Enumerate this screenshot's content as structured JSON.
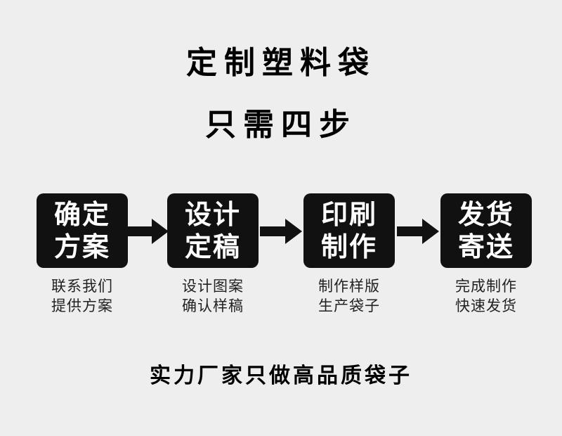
{
  "title_line1": "定制塑料袋",
  "title_line2": "只需四步",
  "steps": [
    {
      "box_line1": "确定",
      "box_line2": "方案",
      "caption_line1": "联系我们",
      "caption_line2": "提供方案"
    },
    {
      "box_line1": "设计",
      "box_line2": "定稿",
      "caption_line1": "设计图案",
      "caption_line2": "确认样稿"
    },
    {
      "box_line1": "印刷",
      "box_line2": "制作",
      "caption_line1": "制作样版",
      "caption_line2": "生产袋子"
    },
    {
      "box_line1": "发货",
      "box_line2": "寄送",
      "caption_line1": "完成制作",
      "caption_line2": "快速发货"
    }
  ],
  "footer": "实力厂家只做高品质袋子",
  "colors": {
    "background": "#eeeeee",
    "box": "#111111",
    "box_text": "#ffffff",
    "arrow": "#111111"
  },
  "icons": [
    "right-arrow-icon"
  ]
}
